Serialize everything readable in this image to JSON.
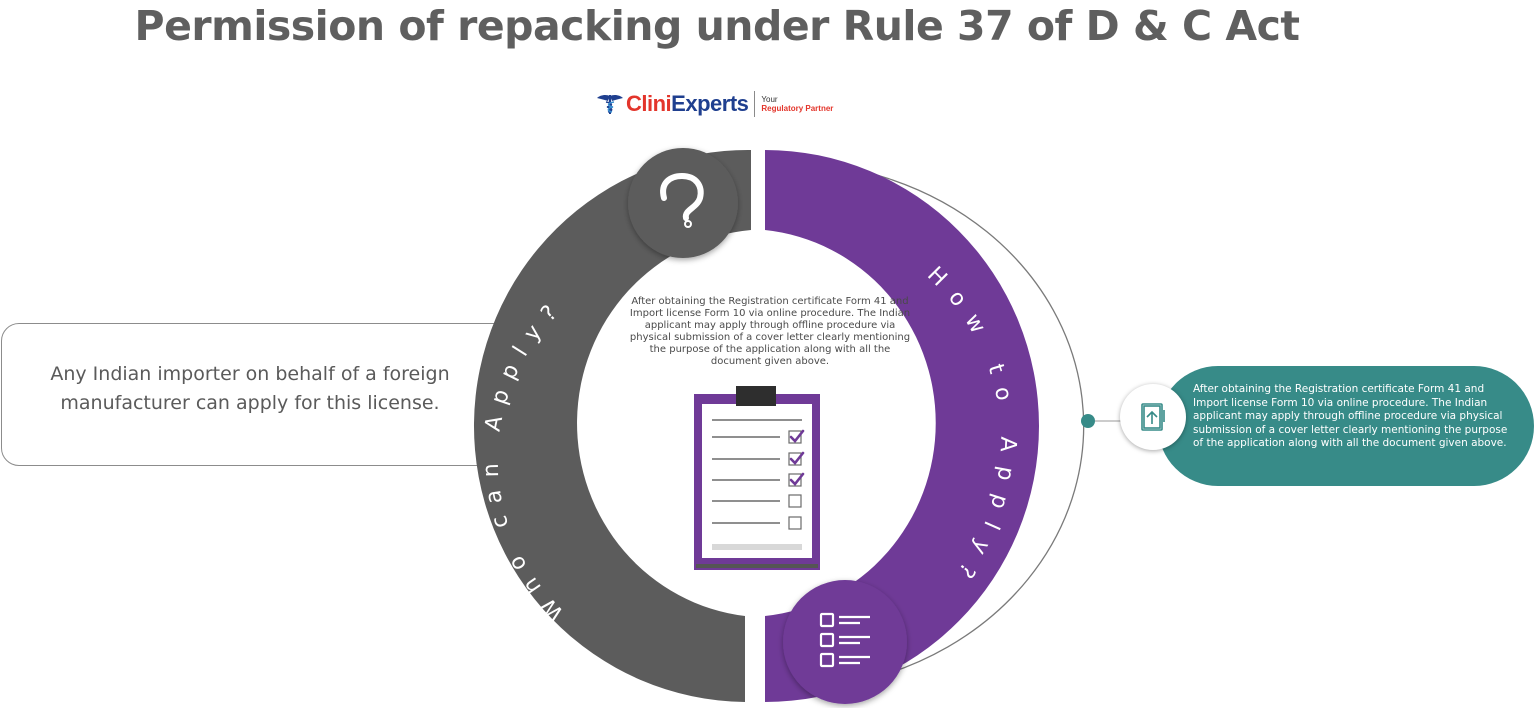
{
  "title": "Permission of repacking under Rule 37 of D & C Act",
  "logo": {
    "name_part1": "Clini",
    "name_part2": "Experts",
    "tagline_line1": "Your",
    "tagline_line2": "Regulatory Partner",
    "icon": "caduceus-icon"
  },
  "who": {
    "label": "Who can Apply?",
    "icon": "question-mark-icon",
    "answer": "Any Indian importer on behalf of a foreign manufacturer can apply for this license."
  },
  "how": {
    "label": "How to Apply?",
    "icon": "checklist-icon"
  },
  "center": {
    "text": "After obtaining the Registration certificate Form 41 and Import license Form 10 via online procedure. The Indian applicant may apply through offline procedure via physical submission of a cover letter clearly mentioning the purpose of the application along with all the document given above.",
    "icon": "clipboard-checklist-icon"
  },
  "right": {
    "text": "After obtaining the Registration certificate Form 41 and Import license Form 10 via online procedure. The Indian applicant may apply through offline procedure via physical submission of a cover letter clearly mentioning the purpose of the application along with all the document given above.",
    "icon": "document-upload-icon"
  },
  "colors": {
    "gray": "#5c5c5c",
    "purple": "#6f3a97",
    "teal": "#378b88",
    "title": "#5f5f5f"
  }
}
